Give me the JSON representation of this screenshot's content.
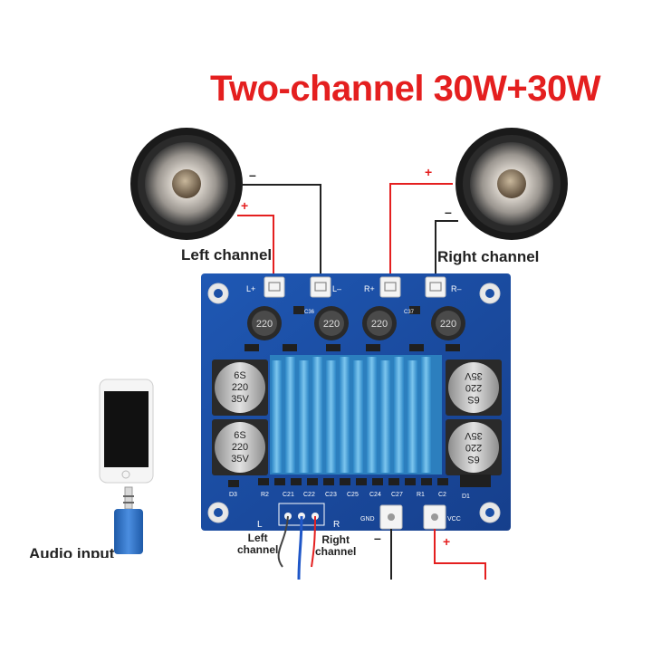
{
  "title": "Two-channel 30W+30W",
  "labels": {
    "left_channel": "Left channel",
    "right_channel": "Right channel",
    "audio_input": "Audio input",
    "wire_left_line1": "Left",
    "wire_left_line2": "channel",
    "wire_right_line1": "Right",
    "wire_right_line2": "channel"
  },
  "polarity": {
    "plus": "+",
    "minus": "–"
  },
  "board": {
    "terminals": [
      "L+",
      "L–",
      "R+",
      "R–"
    ],
    "inductor_marking": "220",
    "capacitor_lines": [
      "6S",
      "220",
      "35V"
    ],
    "silkscreen": {
      "c36": "C36",
      "c37": "C37",
      "d3": "D3",
      "r2": "R2",
      "c21": "C21",
      "c22": "C22",
      "c23": "C23",
      "c25": "C25",
      "c24": "C24",
      "c27": "C27",
      "r1": "R1",
      "c2": "C2",
      "d1": "D1",
      "gnd": "GND",
      "vcc": "VCC",
      "l": "L",
      "r": "R"
    }
  },
  "colors": {
    "title": "#e41f1f",
    "board": "#1b4fa6",
    "heatsink": "#4aa6dc",
    "wire_red": "#e41f1f",
    "wire_black": "#222222"
  }
}
